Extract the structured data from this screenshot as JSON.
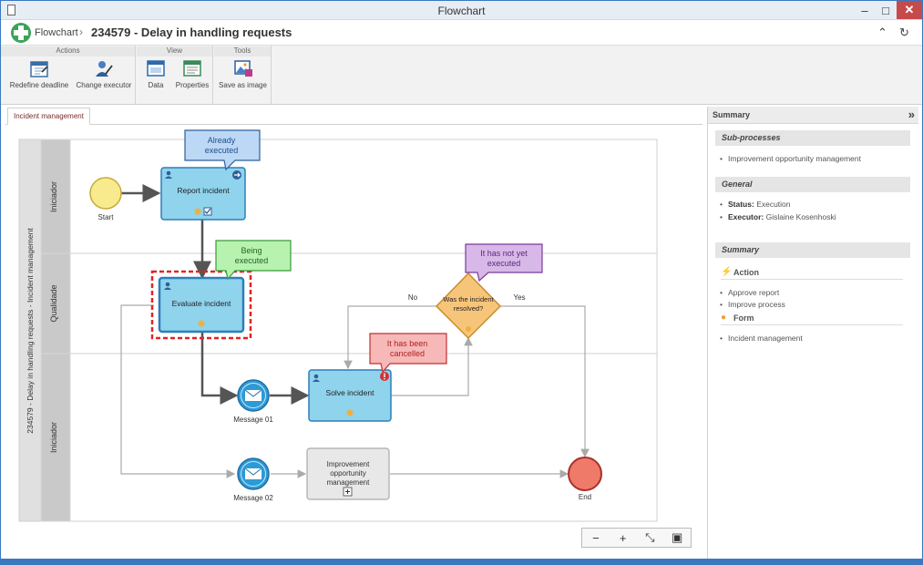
{
  "window": {
    "title": "Flowchart"
  },
  "header": {
    "app": "Flowchart",
    "separator": "›",
    "record": "234579 - Delay in handling requests"
  },
  "ribbon": {
    "groups": [
      {
        "title": "Actions",
        "buttons": [
          "Redefine deadline",
          "Change executor"
        ]
      },
      {
        "title": "View",
        "buttons": [
          "Data",
          "Properties"
        ]
      },
      {
        "title": "Tools",
        "buttons": [
          "Save as image"
        ]
      }
    ]
  },
  "tab": {
    "label": "Incident management"
  },
  "diagram": {
    "pool": "234579 - Delay in handling requests - Incident management",
    "lanes": [
      "Iniciador",
      "Qualidade",
      "Iniciador"
    ],
    "start": "Start",
    "end": "End",
    "tasks": {
      "report": "Report incident",
      "evaluate": "Evaluate incident",
      "solve": "Solve incident",
      "sub_line1": "Improvement",
      "sub_line2": "opportunity",
      "sub_line3": "management"
    },
    "events": {
      "msg1": "Message 01",
      "msg2": "Message 02"
    },
    "gateway": {
      "line1": "Was the incident",
      "line2": "resolved?",
      "no": "No",
      "yes": "Yes"
    },
    "callouts": {
      "executed_1": "Already",
      "executed_2": "executed",
      "being_1": "Being",
      "being_2": "executed",
      "notyet_1": "It has not yet",
      "notyet_2": "executed",
      "cancelled_1": "It has been",
      "cancelled_2": "cancelled"
    }
  },
  "zoom": {
    "out": "−",
    "in": "+",
    "fit": "⤡",
    "image": "▣"
  },
  "summary": {
    "title": "Summary",
    "collapse": "»",
    "subprocesses": {
      "title": "Sub-processes",
      "items": [
        "Improvement opportunity management"
      ]
    },
    "general": {
      "title": "General",
      "status_label": "Status:",
      "status_value": "Execution",
      "executor_label": "Executor:",
      "executor_value": "Gislaine Kosenhoski"
    },
    "summary2": {
      "title": "Summary",
      "action": {
        "title": "Action",
        "items": [
          "Approve report",
          "Improve process"
        ]
      },
      "form": {
        "title": "Form",
        "items": [
          "Incident management"
        ]
      }
    }
  },
  "colors": {
    "task_fill": "#8fd3ec",
    "task_stroke": "#2d7fb8",
    "start_fill": "#f7eb8e",
    "end_fill": "#ef7a6a",
    "gateway_fill": "#f7c57a",
    "sub_fill": "#e8e8e8",
    "selected": "#e02424"
  }
}
